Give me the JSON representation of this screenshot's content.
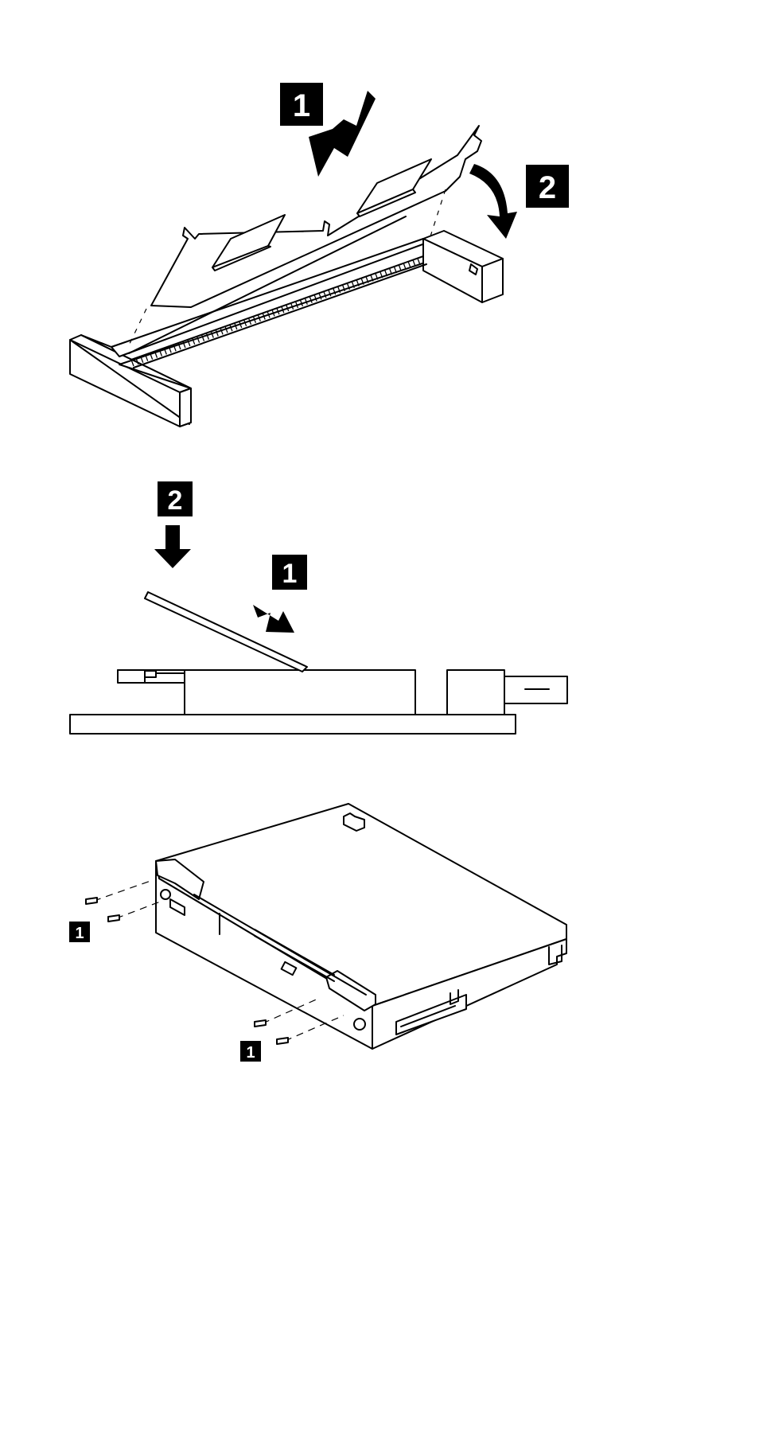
{
  "figure1": {
    "callouts": [
      {
        "name": "callout-1-press",
        "text": "1"
      },
      {
        "name": "callout-2-rotate",
        "text": "2"
      }
    ]
  },
  "figure2": {
    "callouts": [
      {
        "name": "callout-2-press-down",
        "text": "2"
      },
      {
        "name": "callout-1-insert",
        "text": "1"
      }
    ]
  },
  "figure3": {
    "callouts": [
      {
        "name": "callout-1-screws-left",
        "text": "1"
      },
      {
        "name": "callout-1-screws-bottom",
        "text": "1"
      }
    ]
  }
}
